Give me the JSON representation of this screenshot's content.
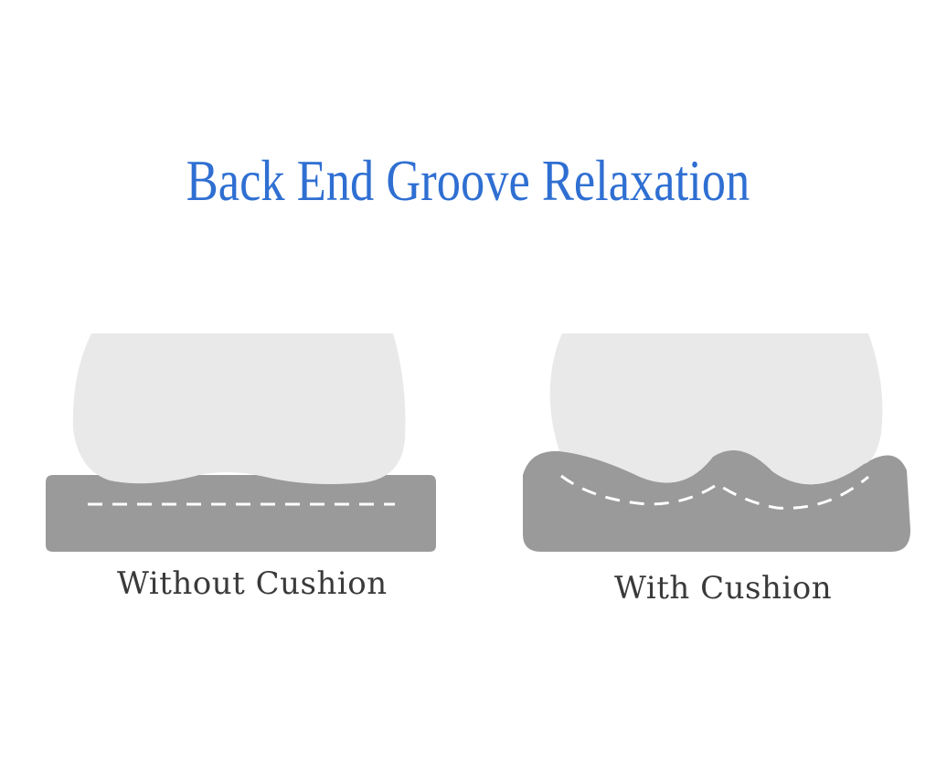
{
  "title": "Back End Groove Relaxation",
  "colors": {
    "title": "#2f6fd2",
    "body_shape": "#e9e9e9",
    "surface": "#9a9a9a",
    "dash": "#ffffff",
    "caption": "#3a3a3a"
  },
  "panels": [
    {
      "id": "without",
      "caption": "Without Cushion"
    },
    {
      "id": "with",
      "caption": "With Cushion"
    }
  ]
}
